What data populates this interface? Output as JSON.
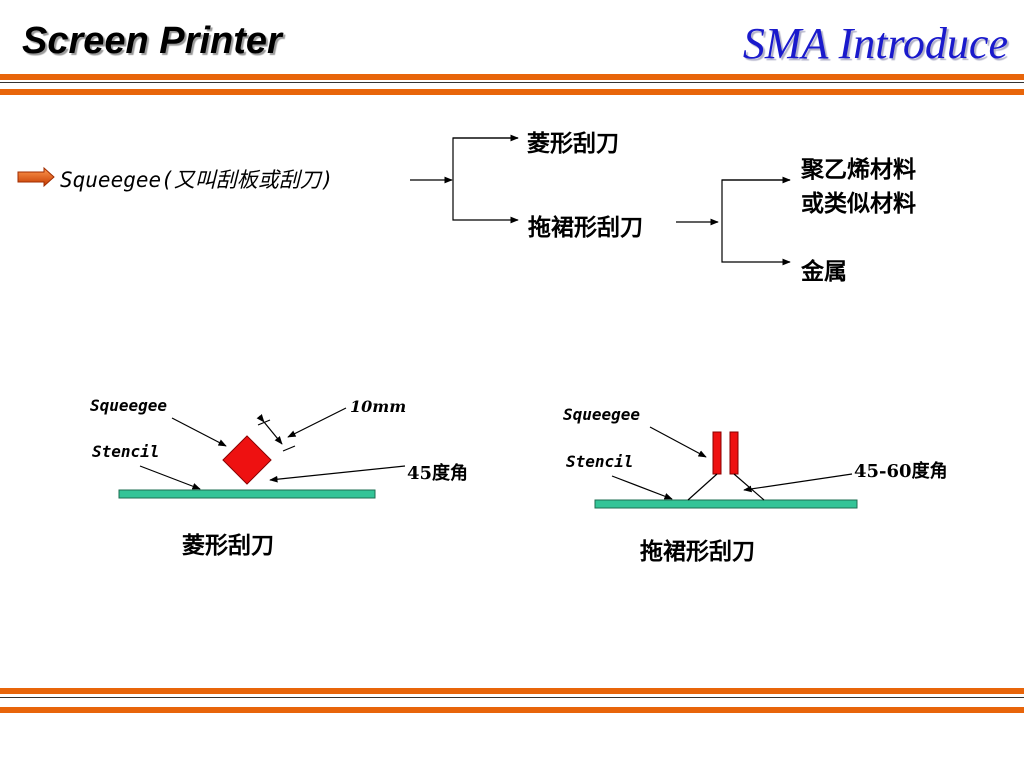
{
  "header": {
    "title": "Screen Printer",
    "subtitle": "SMA Introduce"
  },
  "tree": {
    "root": "Squeegee(又叫刮板或刮刀)",
    "branch_diamond": "菱形刮刀",
    "branch_drag": "拖裙形刮刀",
    "material_poly_line1": "聚乙烯材料",
    "material_poly_line2": "或类似材料",
    "material_metal": "金属"
  },
  "diagram_left": {
    "squeegee_label": "Squeegee",
    "stencil_label": "Stencil",
    "size_label": "10mm",
    "angle_label": "45度角",
    "caption": "菱形刮刀"
  },
  "diagram_right": {
    "squeegee_label": "Squeegee",
    "stencil_label": "Stencil",
    "angle_label": "45-60度角",
    "caption": "拖裙形刮刀"
  },
  "colors": {
    "band": "#e8650a",
    "stencil": "#33c497",
    "squeegee": "#ee1111",
    "title_accent": "#1a1acc"
  }
}
